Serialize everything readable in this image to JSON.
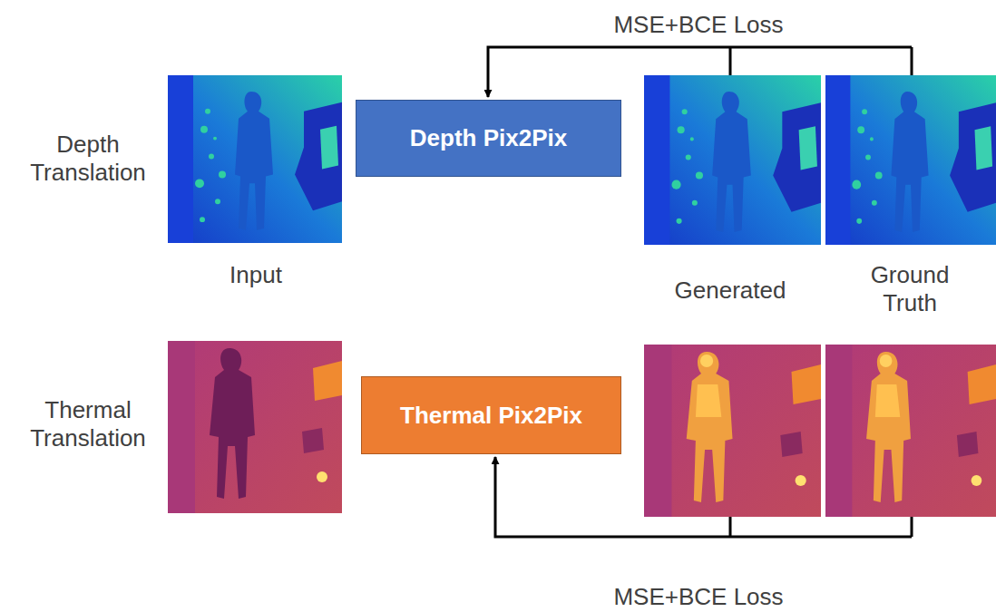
{
  "diagram": {
    "nodes": [
      {
        "text": [
          "Depth Pix2Pix"
        ]
      },
      {
        "text": [
          "Thermal Pix2Pix"
        ]
      }
    ],
    "labels": [
      "MSE+BCE Loss",
      "Depth Translation",
      "Input",
      "Generated",
      "Ground Truth",
      "Thermal Translation",
      "MSE+BCE Loss"
    ]
  }
}
